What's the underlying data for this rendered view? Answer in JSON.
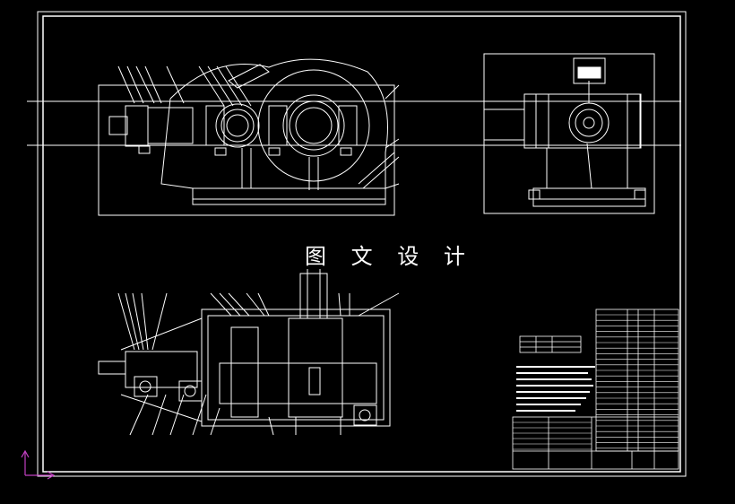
{
  "drawing": {
    "watermark_text": "图 文 设 计",
    "colors": {
      "background": "#000000",
      "linework": "#ffffff",
      "ucs_icon": "#c040c0"
    },
    "views": [
      "front-elevation",
      "side-elevation",
      "plan-section"
    ],
    "icons": {
      "ucs": "ucs-axis-icon"
    }
  }
}
